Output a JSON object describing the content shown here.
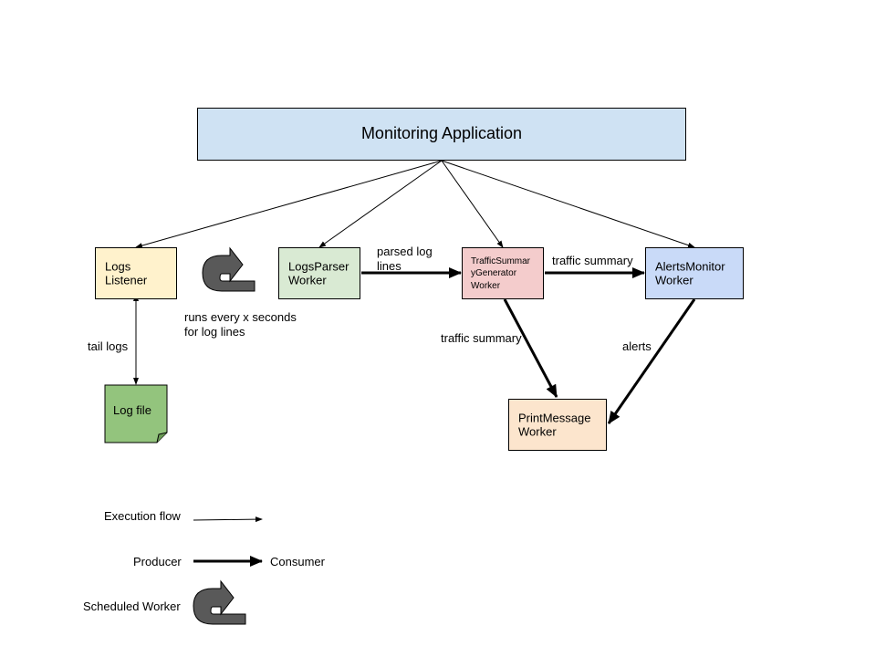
{
  "title": "Monitoring Application",
  "nodes": {
    "logs_listener": "Logs\nListener",
    "logs_parser": "LogsParser\nWorker",
    "traffic_summary_generator": "TrafficSummar\nyGenerator\nWorker",
    "alerts_monitor": "AlertsMonitor\nWorker",
    "print_message": "PrintMessage\nWorker",
    "log_file": "Log file"
  },
  "edge_labels": {
    "parsed_log_lines": "parsed log\nlines",
    "traffic_summary_top": "traffic summary",
    "traffic_summary_down": "traffic summary",
    "alerts": "alerts",
    "tail_logs": "tail logs"
  },
  "annotations": {
    "schedule_note": "runs every x seconds\nfor log lines"
  },
  "legend": {
    "execution_flow": "Execution flow",
    "producer": "Producer",
    "consumer": "Consumer",
    "scheduled_worker": "Scheduled Worker"
  },
  "colors": {
    "title_fill": "#cfe2f3",
    "logs_listener_fill": "#fff2cc",
    "logs_parser_fill": "#d9ead3",
    "traffic_fill": "#f4cccc",
    "alerts_fill": "#c9daf8",
    "print_fill": "#fce5cd",
    "log_file_fill": "#93c47d",
    "scheduled_icon": "#595959"
  },
  "icons": [
    "scheduled-worker-icon",
    "document-icon"
  ]
}
